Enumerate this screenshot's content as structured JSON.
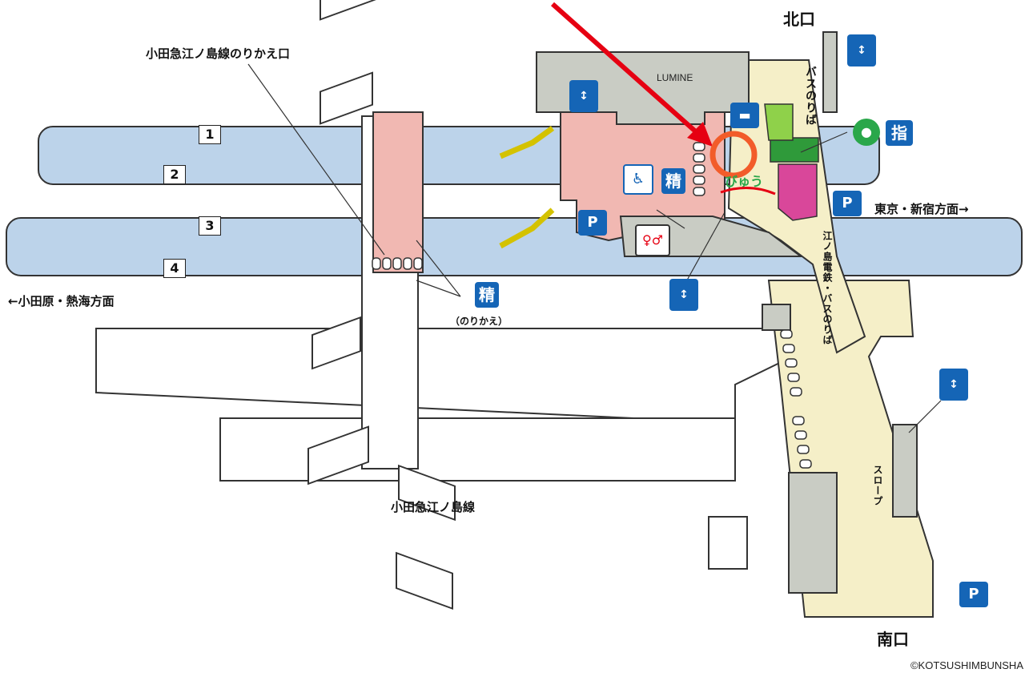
{
  "labels": {
    "north_exit": "北口",
    "south_exit": "南口",
    "transfer_gate": "小田急江ノ島線のりかえ口",
    "to_tokyo": "東京・新宿方面→",
    "to_odawara": "←小田原・熱海方面",
    "odakyu_line": "小田急江ノ島線",
    "bus_stop": "バスのりば",
    "enoden_bus": "江ノ島電鉄・バスのりば",
    "slope": "スロープ",
    "transfer_note": "（のりかえ）",
    "lumine": "LUMINE",
    "copyright": "©KOTSUSHIMBUNSHA"
  },
  "platforms": [
    "1",
    "2",
    "3",
    "4"
  ],
  "signs": {
    "fare_adjust": "精",
    "reserved_seat": "指",
    "view_brand": "びゅう"
  },
  "colors": {
    "platform": "#bcd3ea",
    "concourse": "#f1b8b2",
    "building": "#c9ccc4",
    "walkway": "#f5efc8",
    "sign_blue": "#1565b6",
    "arrow_red": "#e60012",
    "marker_orange": "#f25c2a"
  }
}
